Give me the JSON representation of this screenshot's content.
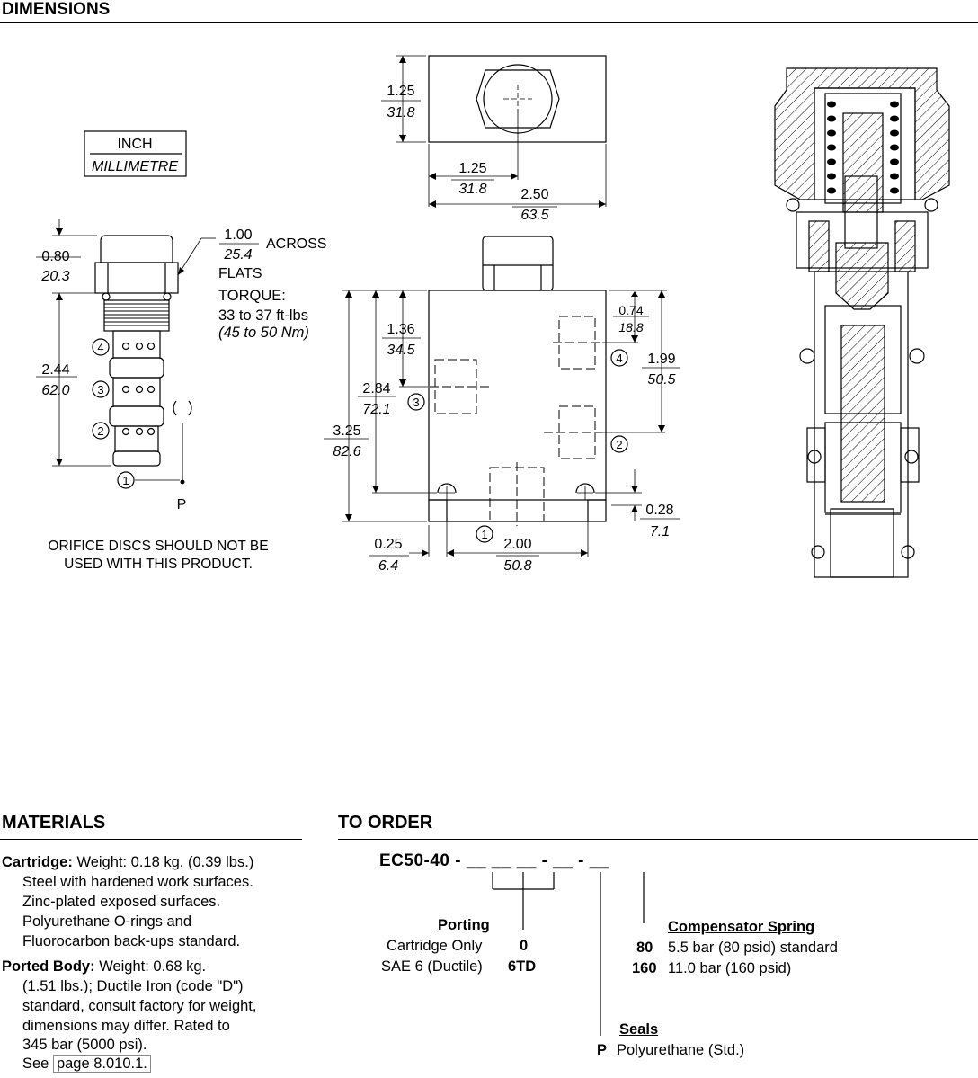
{
  "dimensions": {
    "title": "DIMENSIONS",
    "legend": {
      "inch": "INCH",
      "mm": "MILLIMETRE"
    },
    "cartridge": {
      "hex_in": "1.00",
      "hex_mm": "25.4",
      "across": "ACROSS",
      "flats": "FLATS",
      "torque_label": "TORQUE:",
      "torque_ftlb": "33 to 37 ft-lbs",
      "torque_nm": "(45 to 50 Nm)",
      "top_in": "0.80",
      "top_mm": "20.3",
      "len_in": "2.44",
      "len_mm": "62.0",
      "port_p": "P",
      "ports": [
        "4",
        "3",
        "2",
        "1"
      ],
      "note_line1": "ORIFICE DISCS SHOULD NOT BE",
      "note_line2": "USED WITH THIS PRODUCT."
    },
    "body": {
      "h_in": "1.25",
      "h_mm": "31.8",
      "c_in": "1.25",
      "c_mm": "31.8",
      "w_in": "2.50",
      "w_mm": "63.5",
      "d136_in": "1.36",
      "d136_mm": "34.5",
      "d284_in": "2.84",
      "d284_mm": "72.1",
      "d325_in": "3.25",
      "d325_mm": "82.6",
      "d074_in": "0.74",
      "d074_mm": "18.8",
      "d199_in": "1.99",
      "d199_mm": "50.5",
      "d028_in": "0.28",
      "d028_mm": "7.1",
      "d025_in": "0.25",
      "d025_mm": "6.4",
      "d200_in": "2.00",
      "d200_mm": "50.8",
      "ports": [
        "4",
        "3",
        "2",
        "1"
      ]
    }
  },
  "materials": {
    "title": "MATERIALS",
    "cartridge_label": "Cartridge:",
    "cartridge_lines": [
      "Weight: 0.18 kg. (0.39 lbs.)",
      "Steel with hardened work surfaces.",
      "Zinc-plated exposed surfaces.",
      "Polyurethane O-rings and",
      "Fluorocarbon back-ups standard."
    ],
    "body_label": "Ported Body:",
    "body_lines": [
      "Weight: 0.68 kg.",
      "(1.51 lbs.); Ductile Iron (code \"D\")",
      "standard, consult factory for weight,",
      "dimensions may differ. Rated to",
      "345 bar (5000 psi)."
    ],
    "see_text": "See",
    "see_link": "page 8.010.1."
  },
  "order": {
    "title": "TO ORDER",
    "code": "EC50-40 - __ __ __ - __ - __",
    "porting": {
      "label": "Porting",
      "options": [
        {
          "name": "Cartridge Only",
          "code": "0"
        },
        {
          "name": "SAE 6 (Ductile)",
          "code": "6TD"
        }
      ]
    },
    "spring": {
      "label": "Compensator Spring",
      "options": [
        {
          "code": "80",
          "name": "5.5 bar (80 psid) standard"
        },
        {
          "code": "160",
          "name": "11.0 bar (160 psid)"
        }
      ]
    },
    "seals": {
      "label": "Seals",
      "options": [
        {
          "code": "P",
          "name": "Polyurethane (Std.)"
        }
      ]
    }
  }
}
